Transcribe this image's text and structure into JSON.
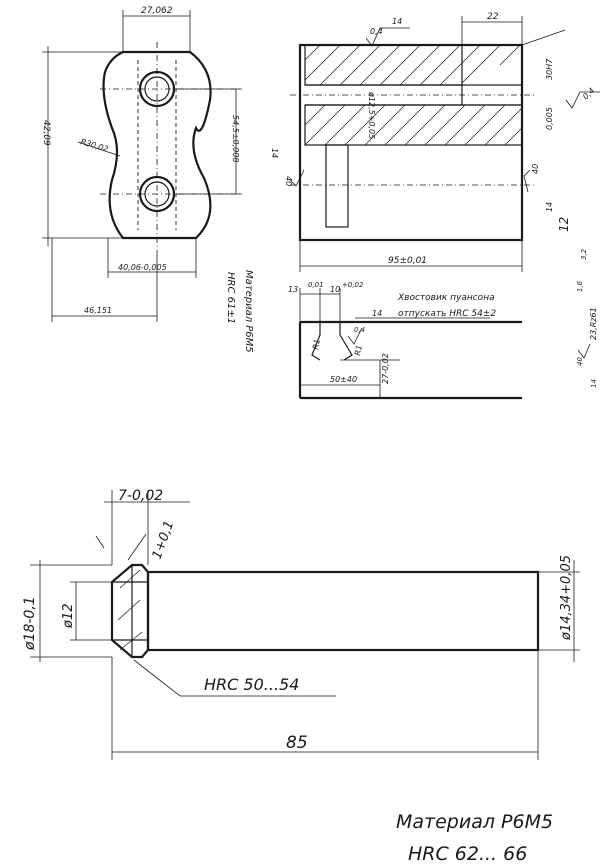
{
  "top_plan_view": {
    "dim_top_width": "27,062",
    "dim_total_height": "42,09",
    "dim_radius": "R30,02",
    "dim_hole_pitch": "54,5±0,008",
    "dim_neck_width": "40,06-0,005",
    "dim_offset": "46,151"
  },
  "top_section_view": {
    "surface_mark_top": "0,4",
    "roughness_top": "14",
    "dim_step": "22",
    "dim_bore": "ø12,5+0,05",
    "dim_right_height": "30H7",
    "dim_right_tol": "0,005",
    "roughness_right": "0,4",
    "roughness_left": "40",
    "roughness_left2": "14",
    "roughness_right2": "40",
    "roughness_right3": "14",
    "dim_length": "95±0,01",
    "dim_corner": "12"
  },
  "lower_section_view": {
    "dim_13": "13",
    "dim_001": "0,01",
    "dim_10": "10",
    "dim_002": "+0,02",
    "note_line1": "Хвостовик пуансона",
    "note_line2": "отпускать HRC 54±2",
    "roughness_04": "0,4",
    "roughness_14": "14",
    "radius_1a": "R1",
    "radius_1b": "R1",
    "dim_27": "27-0,02",
    "dim_50": "50±40",
    "roughness_side_1": "3,2",
    "roughness_side_2": "1,6",
    "roughness_side_3": "23,Rz61",
    "roughness_side_4": "40",
    "roughness_side_5": "14"
  },
  "material_upper": {
    "line1": "Материал Р6М5",
    "line2": "HRC 61±1"
  },
  "pin_view": {
    "dim_head_length": "7-0,02",
    "dim_chamfer": "1+0,1",
    "dim_head_diameter": "ø18-0,1",
    "dim_inner_diameter": "ø12",
    "dim_shank_diameter": "ø14,34+0,05",
    "hardness_callout": "HRC 50...54",
    "dim_total_length": "85"
  },
  "material_lower": {
    "line1": "Материал Р6М5",
    "line2": "HRC 62... 66"
  }
}
